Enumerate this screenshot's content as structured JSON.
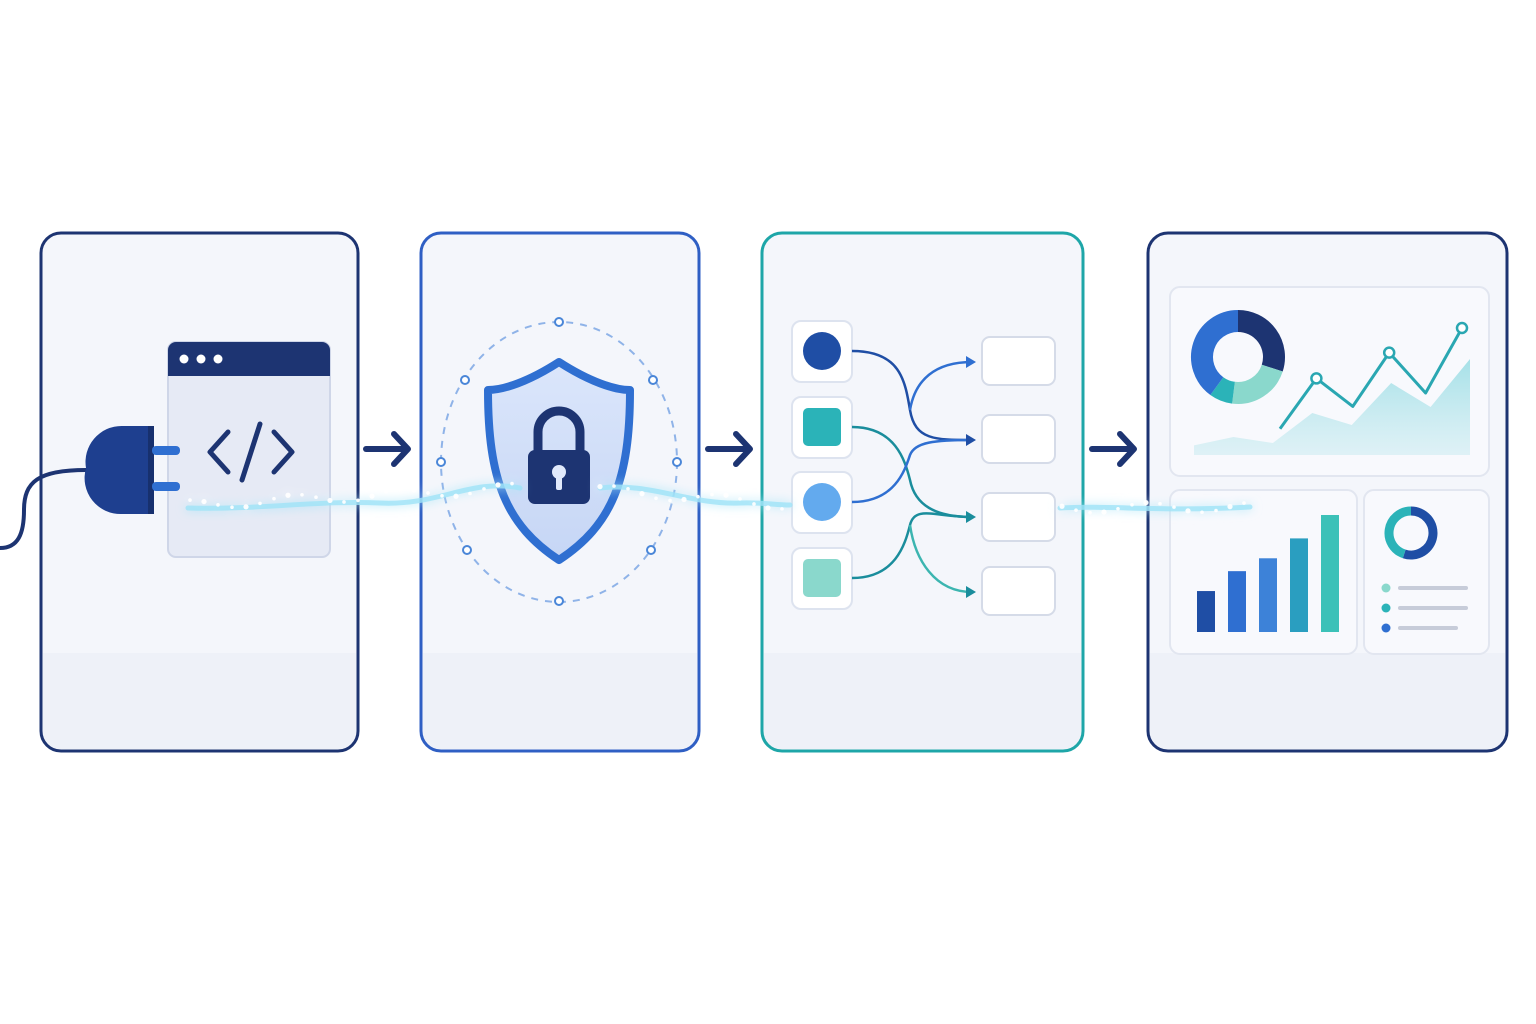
{
  "diagram": {
    "stages": [
      {
        "id": "connect",
        "icon": "plug-code-window-icon"
      },
      {
        "id": "secure",
        "icon": "shield-lock-icon"
      },
      {
        "id": "route",
        "icon": "routing-flow-icon"
      },
      {
        "id": "analyze",
        "icon": "dashboard-icon"
      }
    ],
    "colors": {
      "navy": "#1d3472",
      "blue": "#2f6fd1",
      "teal": "#1ea6a8",
      "light_blue": "#63aaee",
      "mint": "#8ad8cc",
      "panel_fill": "#f4f6fb",
      "panel_band": "#eef1f8",
      "glow": "#7fd6f5"
    },
    "dashboard": {
      "donut_main": [
        0.3,
        0.22,
        0.08,
        0.4
      ],
      "bars": [
        0.35,
        0.52,
        0.63,
        0.8,
        1.0
      ],
      "line": [
        0.1,
        0.55,
        0.3,
        0.78,
        0.42,
        1.0
      ],
      "area": [
        0.08,
        0.15,
        0.1,
        0.35,
        0.25,
        0.6,
        0.4,
        0.8
      ],
      "mini_donut": [
        0.55,
        0.45
      ]
    }
  }
}
